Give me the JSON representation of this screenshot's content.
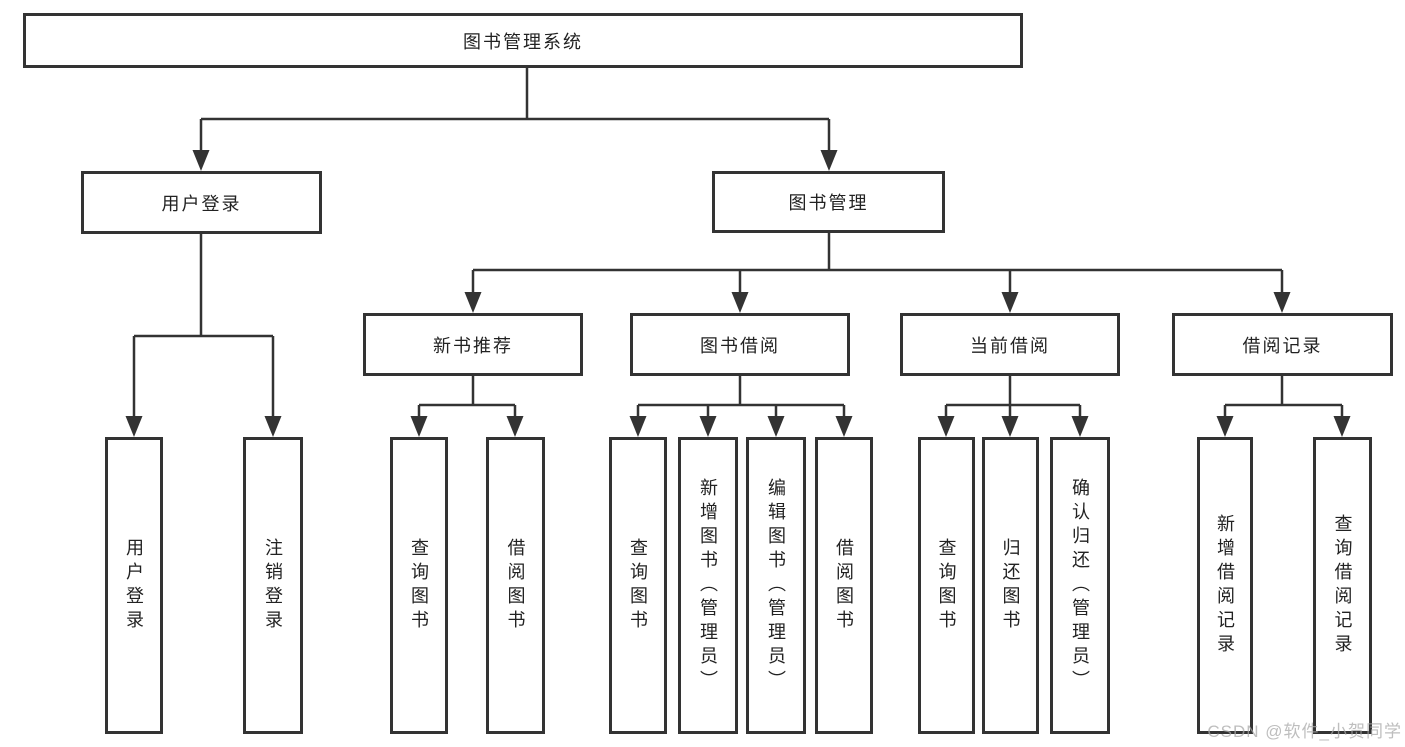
{
  "diagram": {
    "root": {
      "label": "图书管理系统"
    },
    "branches": {
      "user_login": {
        "label": "用户登录",
        "leaves": [
          {
            "label": "用户登录"
          },
          {
            "label": "注销登录"
          }
        ]
      },
      "book_management": {
        "label": "图书管理",
        "groups": [
          {
            "label": "新书推荐",
            "leaves": [
              {
                "label": "查询图书"
              },
              {
                "label": "借阅图书"
              }
            ]
          },
          {
            "label": "图书借阅",
            "leaves": [
              {
                "label": "查询图书"
              },
              {
                "label": "新增图书（管理员）"
              },
              {
                "label": "编辑图书（管理员）"
              },
              {
                "label": "借阅图书"
              }
            ]
          },
          {
            "label": "当前借阅",
            "leaves": [
              {
                "label": "查询图书"
              },
              {
                "label": "归还图书"
              },
              {
                "label": "确认归还（管理员）"
              }
            ]
          },
          {
            "label": "借阅记录",
            "leaves": [
              {
                "label": "新增借阅记录"
              },
              {
                "label": "查询借阅记录"
              }
            ]
          }
        ]
      }
    }
  },
  "watermark": {
    "text": "CSDN @软件_小贺同学",
    "color": "#a8a8a8"
  },
  "colors": {
    "line": "#333333",
    "box_border": "#333333",
    "text": "#222222",
    "background": "#ffffff"
  }
}
